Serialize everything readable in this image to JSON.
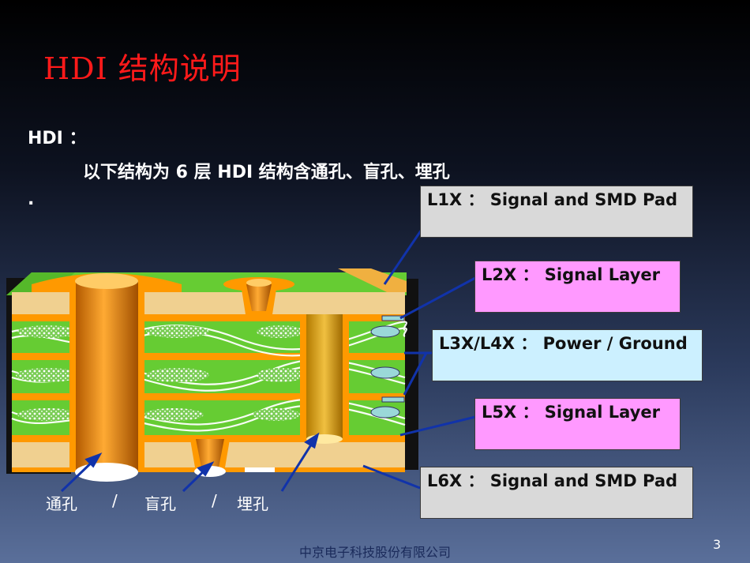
{
  "slide": {
    "title": "HDI  结构说明",
    "heading": "HDI ：",
    "description": "以下结构为 6 层 HDI  结构含通孔、盲孔、埋孔 .",
    "footer": "中京电子科技股份有限公司",
    "page_number": "3"
  },
  "layers": [
    {
      "id": "L1X",
      "text": "L1X ： Signal and SMD Pad",
      "fill": "#d9d9d9"
    },
    {
      "id": "L2X",
      "text": "L2X ： Signal Layer",
      "fill": "#ff99ff"
    },
    {
      "id": "L3X/L4X",
      "text": "L3X/L4X ： Power / Ground",
      "fill": "#ccf0ff"
    },
    {
      "id": "L5X",
      "text": "L5X ： Signal Layer",
      "fill": "#ff99ff"
    },
    {
      "id": "L6X",
      "text": "L6X ： Signal and SMD Pad",
      "fill": "#d9d9d9"
    }
  ],
  "hole_types": {
    "through": "通孔",
    "sep1": "/",
    "blind": "盲孔",
    "sep2": "/",
    "buried": "埋孔"
  },
  "colors": {
    "title_red": "#ff1a1a",
    "copper": "#ff9900",
    "core_green": "#66cc33",
    "prepreg_tan": "#f0d090",
    "arrow_blue": "#1133aa"
  }
}
